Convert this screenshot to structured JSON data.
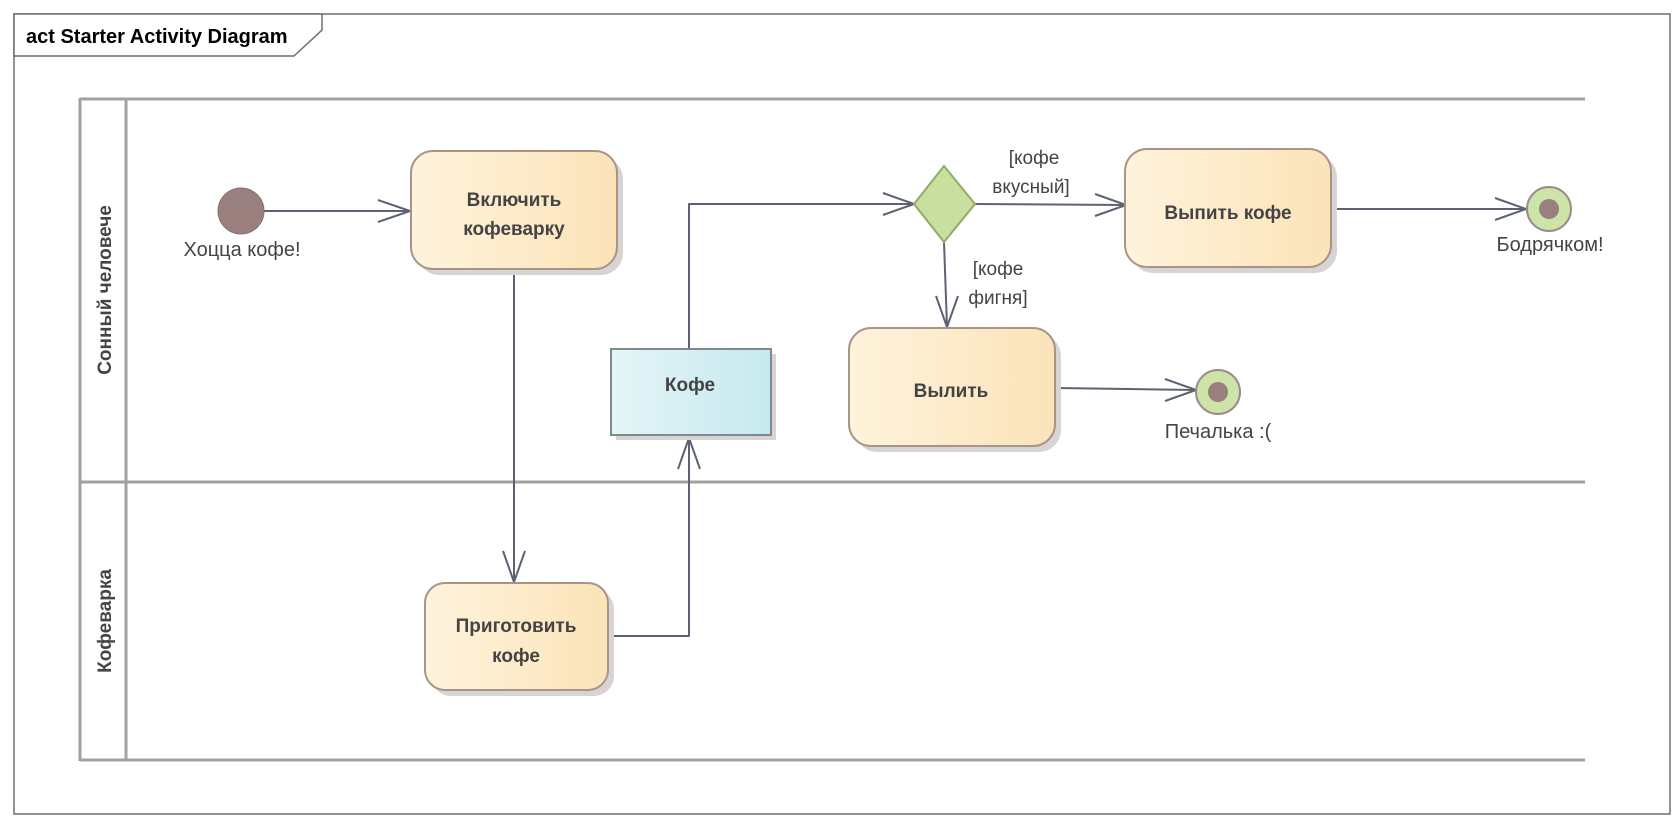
{
  "frame": {
    "title": "act Starter Activity Diagram"
  },
  "swimlanes": [
    {
      "id": "lane-sleepy",
      "label": "Сонный человече"
    },
    {
      "id": "lane-coffeemaker",
      "label": "Кофеварка"
    }
  ],
  "nodes": {
    "initial": {
      "label": "Хоцца кофе!"
    },
    "turn_on": {
      "line1": "Включить",
      "line2": "кофеварку"
    },
    "brew": {
      "line1": "Приготовить",
      "line2": "кофе"
    },
    "coffee_object": {
      "label": "Кофе"
    },
    "drink": {
      "label": "Выпить кофе"
    },
    "pour": {
      "label": "Вылить"
    },
    "final_happy": {
      "label": "Бодрячком!"
    },
    "final_sad": {
      "label": "Печалька :("
    }
  },
  "guards": {
    "tasty": {
      "line1": "[кофе",
      "line2": "вкусный]"
    },
    "crap": {
      "line1": "[кофе",
      "line2": "фигня]"
    }
  },
  "colors": {
    "action_fill_start": "#fff3dc",
    "action_fill_end": "#fbe3b8",
    "action_stroke": "#a9948a",
    "object_fill_start": "#e4f5f7",
    "object_fill_end": "#c6e9ee",
    "decision_fill": "#c8dfa0",
    "decision_stroke": "#93ab66",
    "initial_fill": "#9a7f7f",
    "final_ring_fill": "#cde4a8",
    "edge": "#5d6273",
    "lane_border": "#a69f9f",
    "shadow": "#d9d4d4"
  }
}
